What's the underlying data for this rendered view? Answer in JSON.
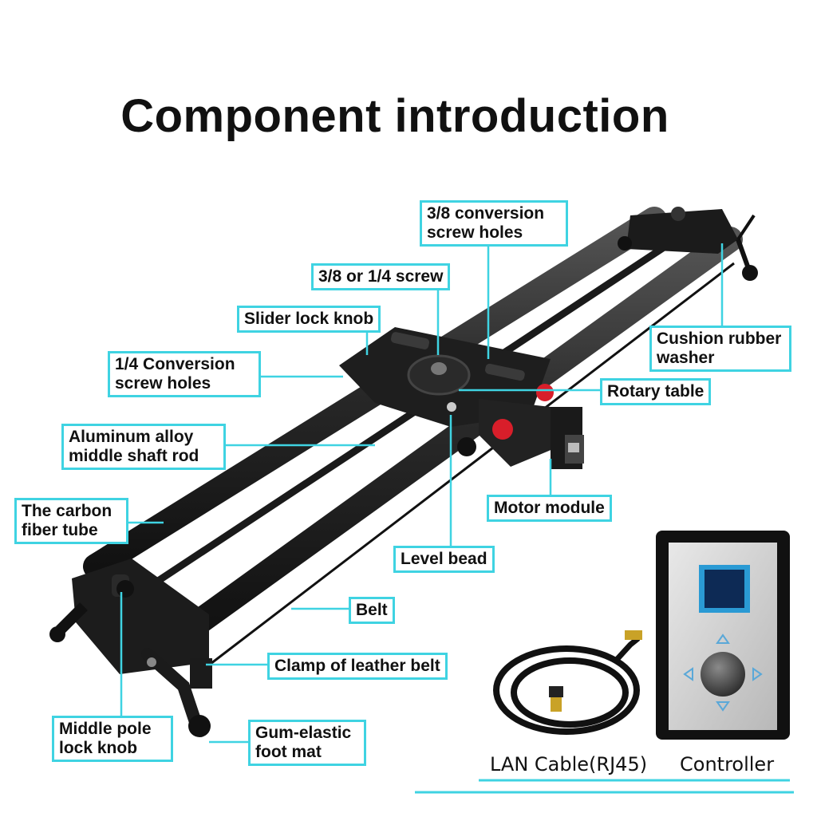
{
  "title": "Component introduction",
  "labels": {
    "conversion_38_line1": "3/8 conversion",
    "conversion_38_line2": "screw holes",
    "screw_38_14": "3/8 or 1/4 screw",
    "slider_lock_knob": "Slider lock knob",
    "conversion_14_line1": "1/4 Conversion",
    "conversion_14_line2": "screw holes",
    "cushion_line1": "Cushion rubber",
    "cushion_line2": "washer",
    "rotary_table": "Rotary table",
    "aluminum_line1": "Aluminum alloy",
    "aluminum_line2": "middle shaft rod",
    "carbon_line1": "The carbon",
    "carbon_line2": "fiber tube",
    "motor_module": "Motor module",
    "level_bead": "Level bead",
    "belt": "Belt",
    "clamp": "Clamp of leather belt",
    "middle_pole_line1": "Middle pole",
    "middle_pole_line2": "lock knob",
    "foot_mat_line1": "Gum-elastic",
    "foot_mat_line2": " foot mat"
  },
  "captions": {
    "lan": "LAN Cable(RJ45)",
    "controller": "Controller"
  },
  "colors": {
    "accent": "#3fd3e2",
    "tube": "#2a2a2a",
    "knob_red": "#d81e2a",
    "screen": "#2a9ad4"
  }
}
